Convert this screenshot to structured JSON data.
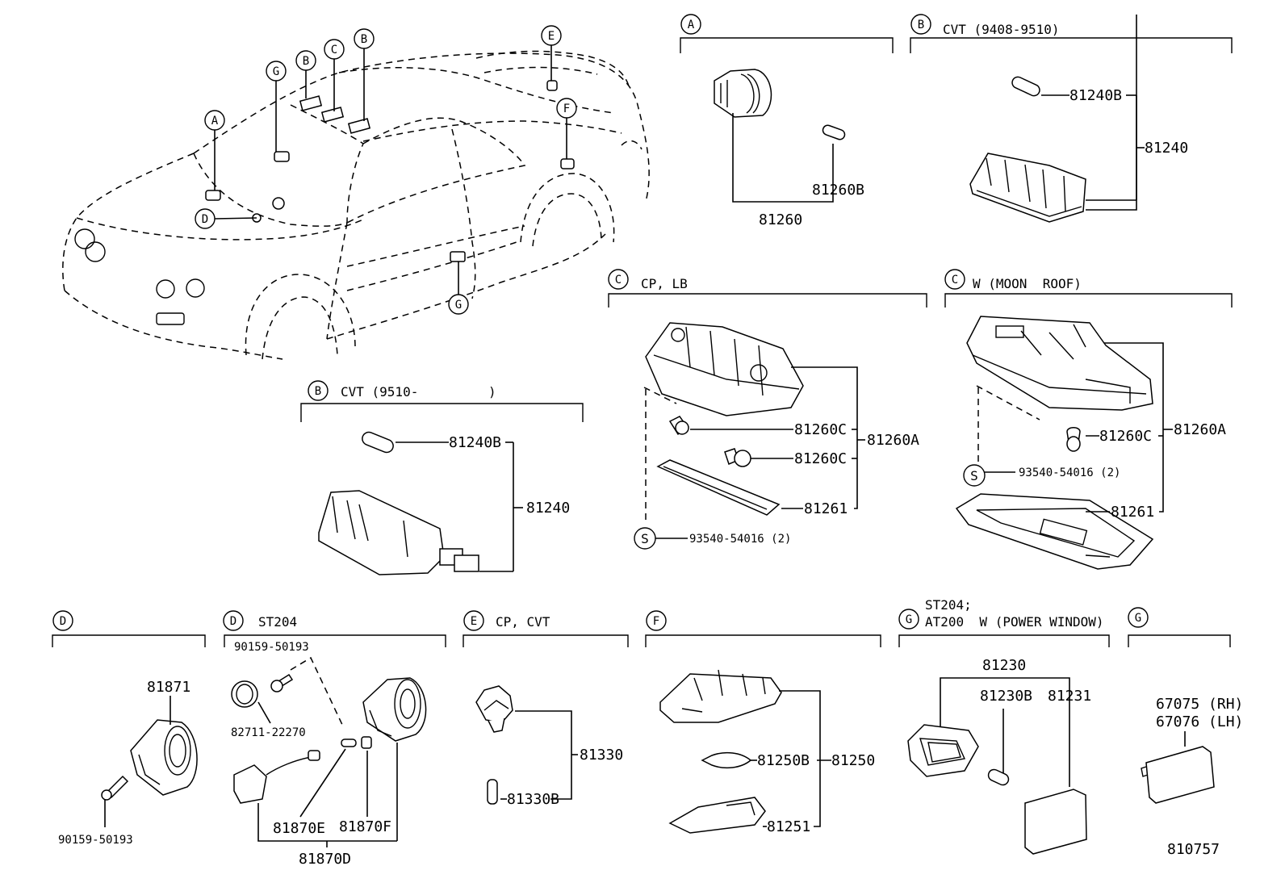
{
  "car_callouts": [
    "A",
    "B",
    "C",
    "B",
    "E",
    "F",
    "G",
    "D",
    "G"
  ],
  "sections": {
    "A": {
      "letter": "A",
      "title": ""
    },
    "B1": {
      "letter": "B",
      "title": "CVT (9408-9510)"
    },
    "B2": {
      "letter": "B",
      "title": "CVT (9510-         )"
    },
    "C1": {
      "letter": "C",
      "title": "CP, LB"
    },
    "C2": {
      "letter": "C",
      "title": "W (MOON  ROOF)"
    },
    "D1": {
      "letter": "D",
      "title": ""
    },
    "D2": {
      "letter": "D",
      "title": "ST204"
    },
    "E": {
      "letter": "E",
      "title": "CP, CVT"
    },
    "F": {
      "letter": "F",
      "title": ""
    },
    "G1": {
      "letter": "G",
      "title_line1": "ST204;",
      "title_line2": "AT200  W (POWER WINDOW)"
    },
    "G2": {
      "letter": "G",
      "title": ""
    }
  },
  "parts": {
    "A": [
      "81260B",
      "81260"
    ],
    "B1": [
      "81240B",
      "81240"
    ],
    "B2": [
      "81240B",
      "81240"
    ],
    "C1": [
      "81260C",
      "81260C",
      "81260A",
      "81261",
      "S",
      "93540-54016 (2)"
    ],
    "C2": [
      "81260C",
      "81260A",
      "S",
      "93540-54016 (2)",
      "81261"
    ],
    "D1": [
      "81871",
      "90159-50193"
    ],
    "D2": [
      "90159-50193",
      "82711-22270",
      "81870E",
      "81870F",
      "81870D"
    ],
    "E": [
      "81330",
      "81330B"
    ],
    "F": [
      "81250B",
      "81250",
      "81251"
    ],
    "G1": [
      "81230",
      "81230B",
      "81231"
    ],
    "G2": [
      "67075 (RH)",
      "67076 (LH)"
    ]
  },
  "diagram_id": "810757"
}
